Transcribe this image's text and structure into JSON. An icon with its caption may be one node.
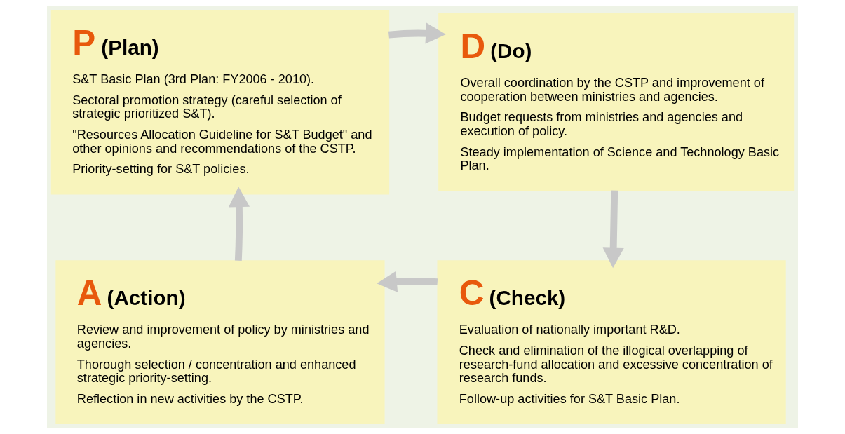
{
  "diagram": {
    "nodes": [
      {
        "text": [
          "P",
          "(Plan)",
          "S&T Basic Plan (3rd Plan: FY2006 - 2010).",
          "Sectoral promotion strategy (careful selection of strategic prioritized S&T).",
          "\"Resources Allocation Guideline for S&T Budget\" and other opinions and recommendations of the CSTP.",
          "Priority-setting for S&T policies."
        ]
      },
      {
        "text": [
          "D",
          "(Do)",
          "Overall coordination by the CSTP and improvement of cooperation between ministries and agencies.",
          "Budget requests from ministries and agencies and execution of policy.",
          "Steady implementation of Science and Technology Basic Plan."
        ]
      },
      {
        "text": [
          "A",
          "(Action)",
          "Review and improvement of policy by ministries and agencies.",
          "Thorough selection / concentration and enhanced strategic priority-setting.",
          "Reflection in new activities by the CSTP."
        ]
      },
      {
        "text": [
          "C",
          "(Check)",
          "Evaluation of nationally important R&D.",
          "Check and elimination of the illogical overlapping of research-fund allocation and excessive concentration of research funds.",
          "Follow-up activities for S&T Basic Plan."
        ]
      }
    ],
    "edges": [
      {
        "from": 0,
        "to": 1,
        "arrow": "to"
      },
      {
        "from": 1,
        "to": 3,
        "arrow": "to"
      },
      {
        "from": 3,
        "to": 2,
        "arrow": "to"
      },
      {
        "from": 2,
        "to": 0,
        "arrow": "to"
      }
    ]
  }
}
